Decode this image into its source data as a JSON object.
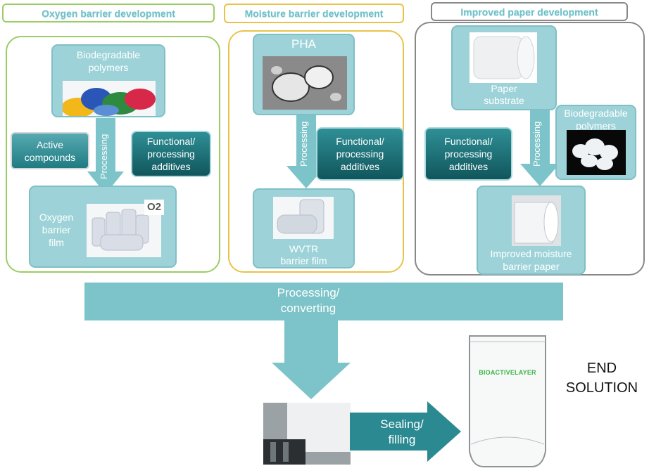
{
  "headers": {
    "oxygen": "Oxygen barrier development",
    "moisture": "Moisture  barrier development",
    "paper": "Improved paper development"
  },
  "oxygen": {
    "biopolymers": "Biodegradable polymers",
    "active": "Active compounds",
    "functional": "Functional/ processing additives",
    "processing": "Processing",
    "film": "Oxygen barrier film",
    "o2_label": "O2"
  },
  "moisture": {
    "pha": "PHA",
    "processing": "Processing",
    "functional": "Functional/ processing additives",
    "film": "WVTR barrier film"
  },
  "paper": {
    "substrate": "Paper substrate",
    "biopolymers": "Biodegradable polymers",
    "functional": "Functional/ processing additives",
    "processing": "Processing",
    "improved": "Improved moisture barrier paper"
  },
  "flow": {
    "converting": "Processing/ converting",
    "sealing": "Sealing/ filling",
    "bag_label": "BIOACTIVELAYER",
    "end": "END SOLUTION"
  },
  "colors": {
    "teal_light": "#9dd3d8",
    "teal_arrow": "#7cc4c9",
    "teal_dark": "#1f7b82",
    "green_border": "#9ccc65",
    "yellow_border": "#e8c34a",
    "gray_border": "#888888",
    "bag_text": "#3cb54a"
  }
}
